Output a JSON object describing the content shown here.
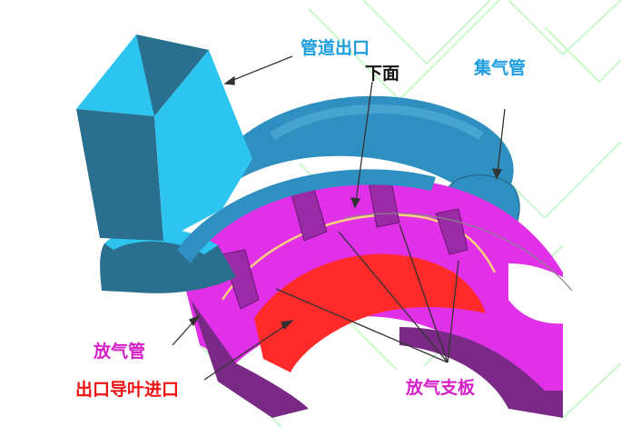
{
  "diagram": {
    "title": "",
    "labels": {
      "pipe_outlet": {
        "text": "管道出口",
        "color": "#1e9ee0"
      },
      "lower_surface": {
        "text": "下面",
        "color": "#111111"
      },
      "collector_pipe": {
        "text": "集气管",
        "color": "#1e9ee0"
      },
      "bleed_pipe": {
        "text": "放气管",
        "color": "#d41fc6"
      },
      "outlet_guide_vane_inlet": {
        "text": "出口导叶进口",
        "color": "#ee1111"
      },
      "bleed_struts": {
        "text": "放气支板",
        "color": "#d41fc6"
      }
    },
    "colors": {
      "cyan_light": "#2ec4f0",
      "cyan_dark": "#2a6f8e",
      "collector_blue": "#2f8fc0",
      "magenta": "#e030e8",
      "purple_dark": "#7a2a86",
      "red": "#ff2a2a",
      "yellow_line": "#ffd080",
      "green_lines": "#b8f5c0",
      "arrow": "#333333"
    }
  }
}
